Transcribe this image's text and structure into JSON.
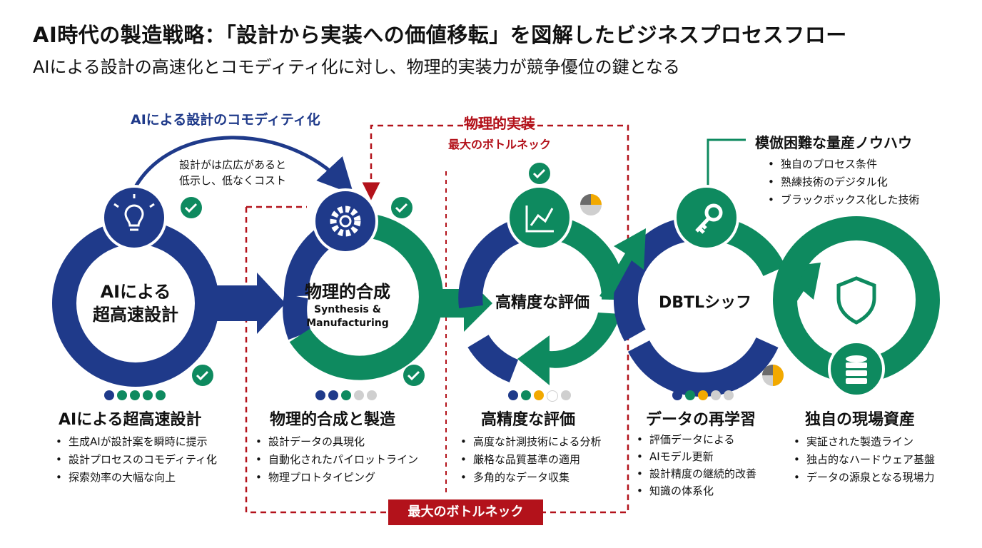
{
  "title": "AI時代の製造戦略：「設計から実装への価値移転」を図解したビジネスプロセスフロー",
  "subtitle": "AIによる設計の高速化とコモディティ化に対し、物理的実装力が競争優位の鍵となる",
  "annotations": {
    "commoditization": "AIによる設計のコモディティ化",
    "commoditization_note_1": "設計がは広広があると",
    "commoditization_note_2": "低示し、低なくコスト",
    "physical_impl": "物理的実装",
    "bottleneck_top": "最大のボトルネック",
    "bottleneck_banner": "最大のボトルネック",
    "knowhow_title": "模倣困難な量産ノウハウ",
    "knowhow_items": [
      "独自のプロセス条件",
      "熟練技術のデジタル化",
      "ブラックボックス化した技術"
    ]
  },
  "nodes": [
    {
      "label_1": "AIによる",
      "label_2": "超高速設計",
      "icon": "lightbulb-icon"
    },
    {
      "label_1": "物理的合成",
      "sub_1": "Synthesis &",
      "sub_2": "Manufacturing",
      "icon": "gear-icon"
    },
    {
      "label_1": "高精度な評価",
      "icon": "chart-icon"
    },
    {
      "label_1": "DBTLシッフ",
      "icon": "key-icon"
    },
    {
      "icon": "shield-icon",
      "icon2": "database-icon"
    }
  ],
  "sections": [
    {
      "title": "AIによる超高速設計",
      "items": [
        "生成AIが設計案を瞬時に提示",
        "設計プロセスのコモディティ化",
        "探索効率の大幅な向上"
      ]
    },
    {
      "title": "物理的合成と製造",
      "items": [
        "設計データの具現化",
        "自動化されたパイロットライン",
        "物理プロトタイピング"
      ]
    },
    {
      "title": "高精度な評価",
      "items": [
        "高度な計測技術による分析",
        "厳格な品質基準の適用",
        "多角的なデータ収集"
      ]
    },
    {
      "title": "データの再学習",
      "items": [
        "評価データによる",
        "AIモデル更新",
        "設計精度の継続的改善",
        "知識の体系化"
      ]
    },
    {
      "title": "独自の現場資産",
      "items": [
        "実証された製造ライン",
        "独占的なハードウェア基盤",
        "データの源泉となる現場力"
      ]
    }
  ],
  "progress_dots": [
    [
      "#1f3a8a",
      "#0e8a5f",
      "#0e8a5f",
      "#0e8a5f",
      "#0e8a5f"
    ],
    [
      "#1f3a8a",
      "#1f3a8a",
      "#0e8a5f",
      "#cfcfcf",
      "#cfcfcf"
    ],
    [
      "#1f3a8a",
      "#0e8a5f",
      "#f2a900",
      "#ffffff",
      "#cfcfcf"
    ],
    [
      "#1f3a8a",
      "#0e8a5f",
      "#f2a900",
      "#cfcfcf",
      "#cfcfcf"
    ]
  ],
  "colors": {
    "blue": "#1f3a8a",
    "green": "#0e8a5f",
    "red": "#b3121b",
    "gold": "#f2a900"
  }
}
